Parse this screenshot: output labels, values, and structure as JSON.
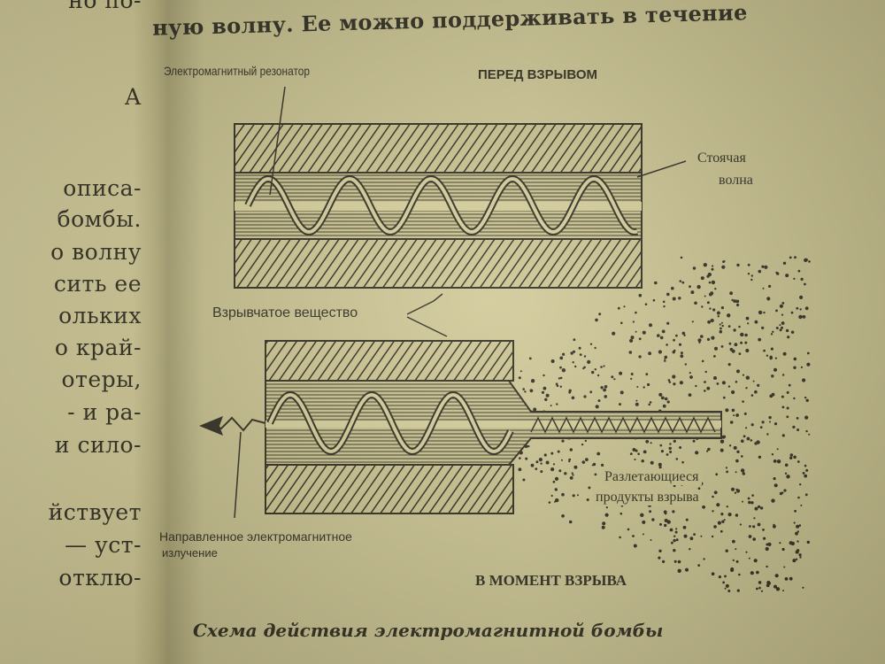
{
  "left_page": {
    "lines": [
      "но по-",
      "А",
      "описа-",
      "бомбы.",
      "о волну",
      "сить ее",
      "ольких",
      "о край-",
      "отеры,",
      "- и ра-",
      "и сило-",
      "йствует",
      "— уст-",
      "отклю-"
    ]
  },
  "right_page": {
    "top_text": "ную волну. Ее можно поддерживать в течение",
    "diagram": {
      "label_resonator": "Электромагнитный резонатор",
      "label_before": "ПЕРЕД ВЗРЫВОМ",
      "label_standing_wave_1": "Стоячая",
      "label_standing_wave_2": "волна",
      "label_explosive": "Взрывчатое вещество",
      "label_radiation_1": "Направленное электромагнитное",
      "label_radiation_2": "излучение",
      "label_products_1": "Разлетающиеся",
      "label_products_2": "продукты взрыва",
      "label_moment": "В МОМЕНТ ВЗРЫВА"
    },
    "caption": "Схема действия электромагнитной бомбы"
  }
}
